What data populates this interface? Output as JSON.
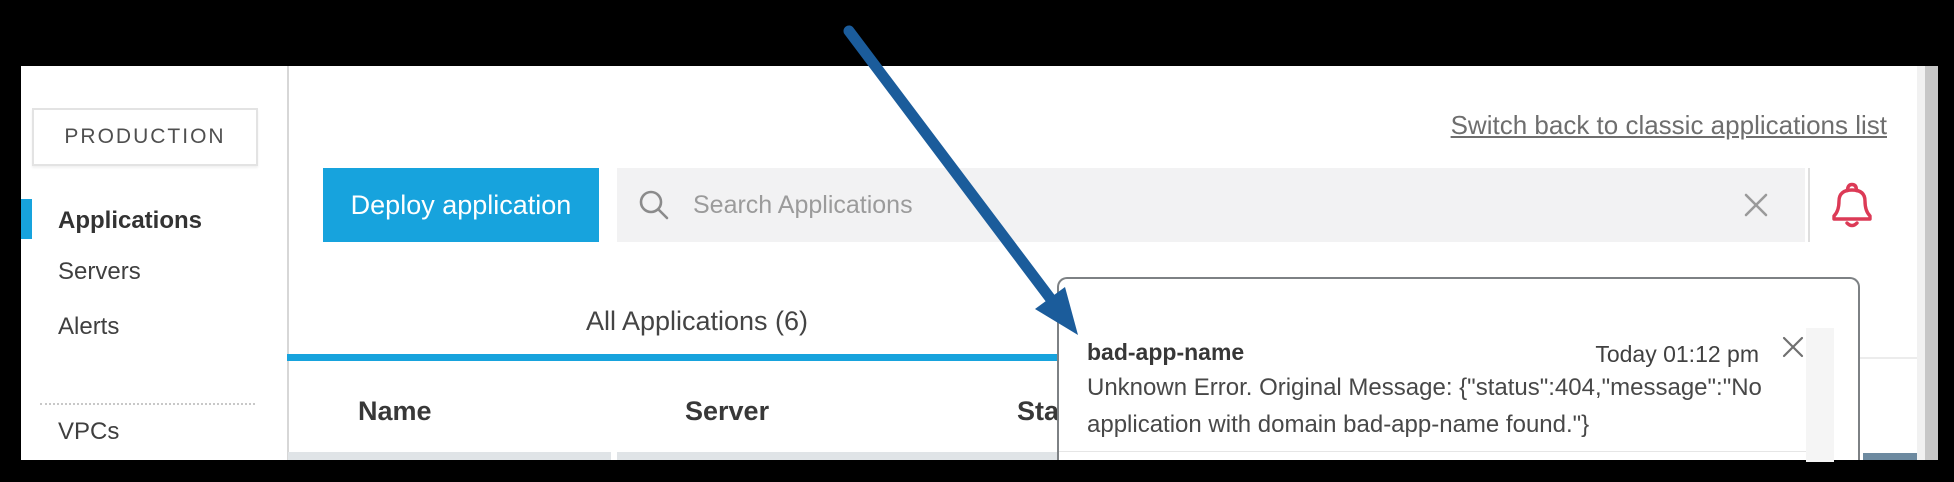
{
  "sidebar": {
    "environment": "PRODUCTION",
    "items": [
      {
        "label": "Applications",
        "active": true
      },
      {
        "label": "Servers",
        "active": false
      },
      {
        "label": "Alerts",
        "active": false
      }
    ],
    "secondary_items": [
      {
        "label": "VPCs"
      }
    ]
  },
  "header": {
    "switch_link": "Switch back to classic applications list"
  },
  "toolbar": {
    "deploy_label": "Deploy application",
    "search_placeholder": "Search Applications",
    "search_value": ""
  },
  "tabs": {
    "active_tab": "All Applications (6)"
  },
  "table": {
    "headers": [
      "Name",
      "Server",
      "Status"
    ]
  },
  "notification": {
    "title": "bad-app-name",
    "timestamp": "Today 01:12 pm",
    "message": "Unknown Error. Original Message: {\"status\":404,\"message\":\"No application with domain bad-app-name found.\"}"
  },
  "icons": {
    "bell": "bell-icon",
    "search": "search-icon",
    "clear_search": "close-icon",
    "notification_close": "close-icon",
    "annotation": "arrow-icon"
  },
  "colors": {
    "accent_blue": "#17a3dd",
    "arrow_blue": "#1b5c9b",
    "bell_red": "#dc3a56",
    "status_row_blue": "#6d8aa0",
    "frame_black": "#000000"
  }
}
